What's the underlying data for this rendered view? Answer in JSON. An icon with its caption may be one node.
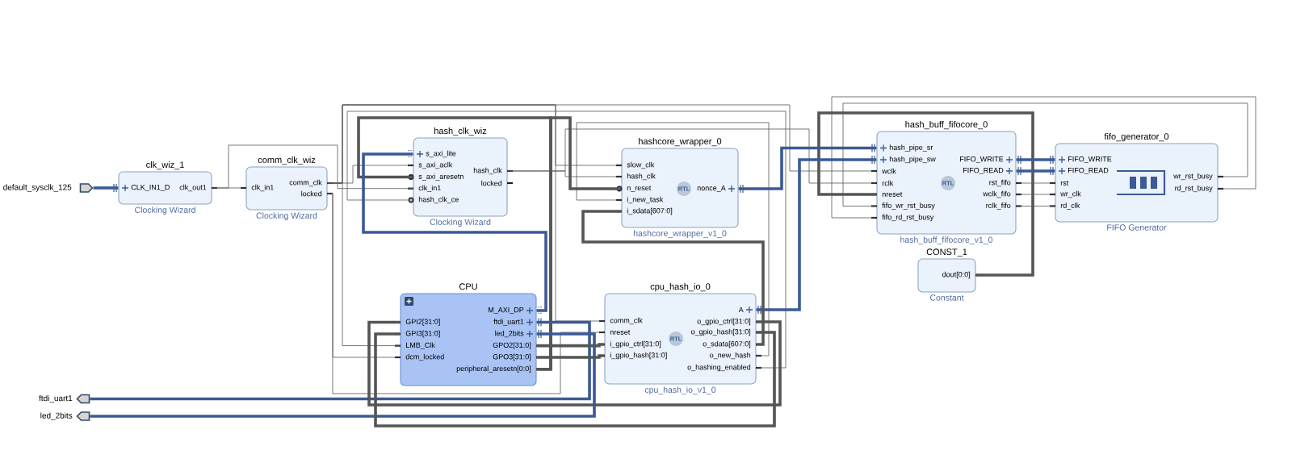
{
  "diagram": {
    "nodes": [
      {
        "text": [
          "default_sysclk_125"
        ]
      },
      {
        "text": [
          "clk_wiz_1",
          "CLK_IN1_D",
          "clk_out1",
          "Clocking Wizard"
        ]
      },
      {
        "text": [
          "comm_clk_wiz",
          "clk_in1",
          "comm_clk",
          "locked",
          "Clocking Wizard"
        ]
      },
      {
        "text": [
          "hash_clk_wiz",
          "s_axi_lite",
          "s_axi_aclk",
          "s_axi_aresetn",
          "clk_in1",
          "hash_clk_ce",
          "hash_clk",
          "locked",
          "Clocking Wizard"
        ]
      },
      {
        "text": [
          "hashcore_wrapper_0",
          "slow_clk",
          "hash_clk",
          "n_reset",
          "i_new_task",
          "i_sdata[607:0]",
          "RTL",
          "nonce_A",
          "hashcore_wrapper_v1_0"
        ]
      },
      {
        "text": [
          "hash_buff_fifocore_0",
          "hash_pipe_sr",
          "hash_pipe_sw",
          "wclk",
          "rclk",
          "nreset",
          "fifo_wr_rst_busy",
          "fifo_rd_rst_busy",
          "RTL",
          "FIFO_WRITE",
          "FIFO_READ",
          "rst_fifo",
          "wclk_fifo",
          "rclk_fifo",
          "hash_buff_fifocore_v1_0"
        ]
      },
      {
        "text": [
          "fifo_generator_0",
          "FIFO_WRITE",
          "FIFO_READ",
          "rst",
          "wr_clk",
          "rd_clk",
          "wr_rst_busy",
          "rd_rst_busy",
          "FIFO Generator"
        ]
      },
      {
        "text": [
          "CONST_1",
          "dout[0:0]",
          "Constant"
        ]
      },
      {
        "text": [
          "CPU",
          "GPI2[31:0]",
          "GPI3[31:0]",
          "LMB_Clk",
          "dcm_locked",
          "M_AXI_DP",
          "ftdi_uart1",
          "led_2bits",
          "GPO2[31:0]",
          "GPO3[31:0]",
          "peripheral_aresetn[0:0]"
        ]
      },
      {
        "text": [
          "cpu_hash_io_0",
          "A",
          "comm_clk",
          "nreset",
          "i_gpio_ctrl[31:0]",
          "i_gpio_hash[31:0]",
          "RTL",
          "o_gpio_ctrl[31:0]",
          "o_gpio_hash[31:0]",
          "o_sdata[607:0]",
          "o_new_hash",
          "o_hashing_enabled",
          "cpu_hash_io_v1_0"
        ]
      },
      {
        "text": [
          "ftdi_uart1"
        ]
      },
      {
        "text": [
          "led_2bits"
        ]
      }
    ],
    "edges": [
      {
        "from": 0,
        "to": 1,
        "arrow": "none",
        "style": "thick",
        "color": "#3b5a96"
      },
      {
        "from": 1,
        "to": 2,
        "arrow": "none"
      },
      {
        "from": 1,
        "to": 3,
        "arrow": "none"
      },
      {
        "from": 2,
        "to": 3,
        "arrow": "none"
      },
      {
        "from": 2,
        "to": 8,
        "arrow": "none"
      },
      {
        "from": 2,
        "to": 4,
        "arrow": "none"
      },
      {
        "from": 2,
        "to": 9,
        "arrow": "none"
      },
      {
        "from": 2,
        "to": 5,
        "arrow": "none"
      },
      {
        "from": 2,
        "to": 8,
        "arrow": "none"
      },
      {
        "from": 2,
        "to": 9,
        "arrow": "none"
      },
      {
        "from": 3,
        "to": 4,
        "arrow": "none"
      },
      {
        "from": 3,
        "to": 5,
        "arrow": "none"
      },
      {
        "from": 8,
        "to": 3,
        "arrow": "none",
        "style": "thick"
      },
      {
        "from": 8,
        "to": 4,
        "arrow": "none",
        "style": "thick"
      },
      {
        "from": 7,
        "to": 5,
        "arrow": "none",
        "style": "thick"
      },
      {
        "from": 8,
        "to": 3,
        "arrow": "none",
        "style": "thick",
        "color": "#3b5a96"
      },
      {
        "from": 4,
        "to": 5,
        "arrow": "none",
        "style": "thick",
        "color": "#3b5a96"
      },
      {
        "from": 9,
        "to": 5,
        "arrow": "none",
        "style": "thick",
        "color": "#3b5a96"
      },
      {
        "from": 5,
        "to": 6,
        "arrow": "none",
        "style": "thick",
        "color": "#3b5a96"
      },
      {
        "from": 5,
        "to": 6,
        "arrow": "none",
        "style": "thick",
        "color": "#3b5a96"
      },
      {
        "from": 5,
        "to": 6,
        "arrow": "none"
      },
      {
        "from": 5,
        "to": 6,
        "arrow": "none"
      },
      {
        "from": 5,
        "to": 6,
        "arrow": "none"
      },
      {
        "from": 6,
        "to": 5,
        "arrow": "none"
      },
      {
        "from": 6,
        "to": 5,
        "arrow": "none"
      },
      {
        "from": 8,
        "to": 10,
        "arrow": "none",
        "style": "thick",
        "color": "#3b5a96"
      },
      {
        "from": 8,
        "to": 11,
        "arrow": "none",
        "style": "thick",
        "color": "#3b5a96"
      },
      {
        "from": 8,
        "to": 9,
        "arrow": "none",
        "style": "thick"
      },
      {
        "from": 8,
        "to": 9,
        "arrow": "none",
        "style": "thick"
      },
      {
        "from": 9,
        "to": 8,
        "arrow": "none",
        "style": "thick"
      },
      {
        "from": 9,
        "to": 8,
        "arrow": "none",
        "style": "thick"
      },
      {
        "from": 9,
        "to": 4,
        "arrow": "none",
        "style": "thick"
      },
      {
        "from": 9,
        "to": 4,
        "arrow": "none"
      },
      {
        "from": 9,
        "to": 3,
        "arrow": "none"
      }
    ]
  }
}
